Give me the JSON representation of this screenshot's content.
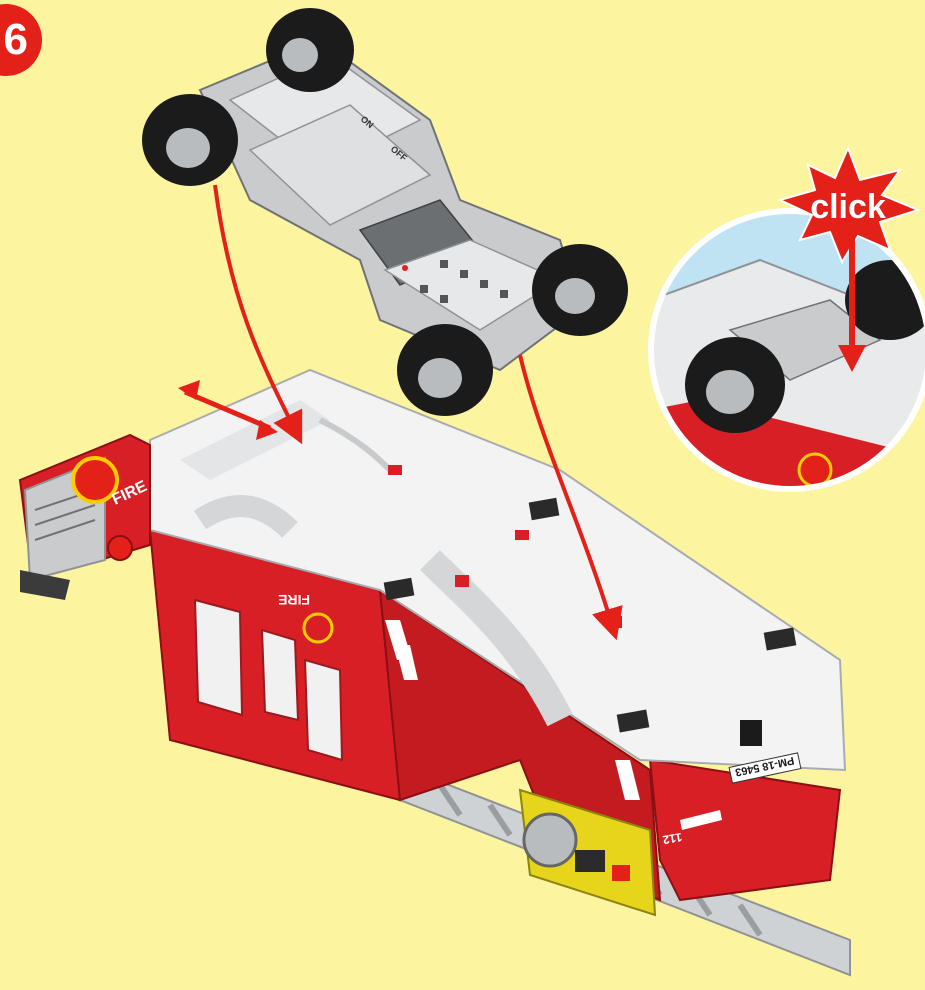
{
  "step": {
    "number": "6"
  },
  "callout": {
    "click_label": "click"
  },
  "truck": {
    "side_label": "FIRE",
    "front_label": "FIRE",
    "plate": "PM-18 5463",
    "number": "112"
  },
  "chassis": {
    "switch_on": "ON",
    "switch_off": "OFF"
  },
  "colors": {
    "background": "#fdf4a0",
    "truck_red": "#d81f26",
    "arrow_red": "#e32119",
    "chassis_grey": "#c9cbcd",
    "tire_black": "#1b1b1b",
    "zoom_sky": "#bfe3f2"
  }
}
